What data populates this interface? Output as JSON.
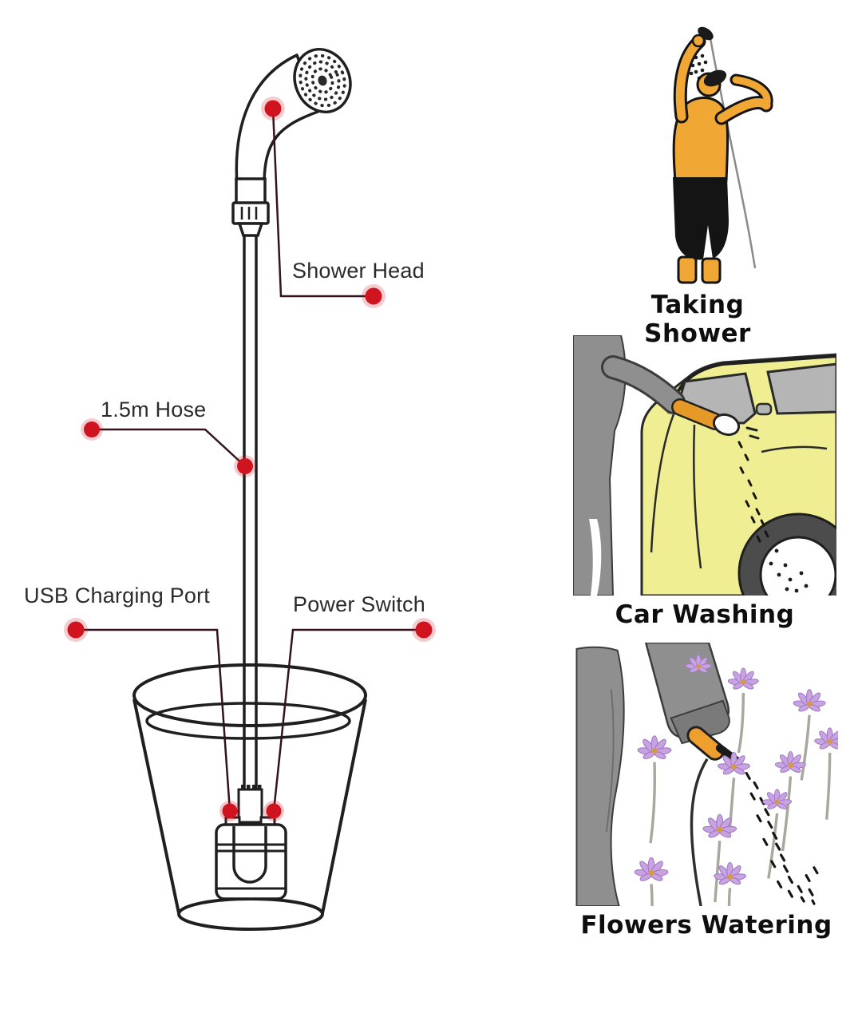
{
  "diagram": {
    "callouts": [
      {
        "label": "Shower Head"
      },
      {
        "label": "1.5m Hose"
      },
      {
        "label": "USB Charging Port"
      },
      {
        "label": "Power Switch"
      }
    ]
  },
  "usage_panels": [
    {
      "caption": "Taking Shower"
    },
    {
      "caption": "Car Washing"
    },
    {
      "caption": "Flowers Watering"
    }
  ],
  "colors": {
    "callout_dot": "#cf141f",
    "leader_line": "#33141a",
    "line_art": "#1f1f1f",
    "label_text": "#2b2b2b",
    "caption_text": "#0e0e0e",
    "skin": "#f0a733",
    "shorts": "#141414",
    "clothes_gray": "#8f8f8f",
    "car_yellow": "#f0ee92",
    "window_gray": "#b5b5b5",
    "wheel_dark": "#4c4c4c",
    "flower_petal": "#c9a2e2",
    "flower_center": "#d89a3e",
    "stem_gray": "#a8a89e",
    "water_drop": "#1c1c1c"
  }
}
